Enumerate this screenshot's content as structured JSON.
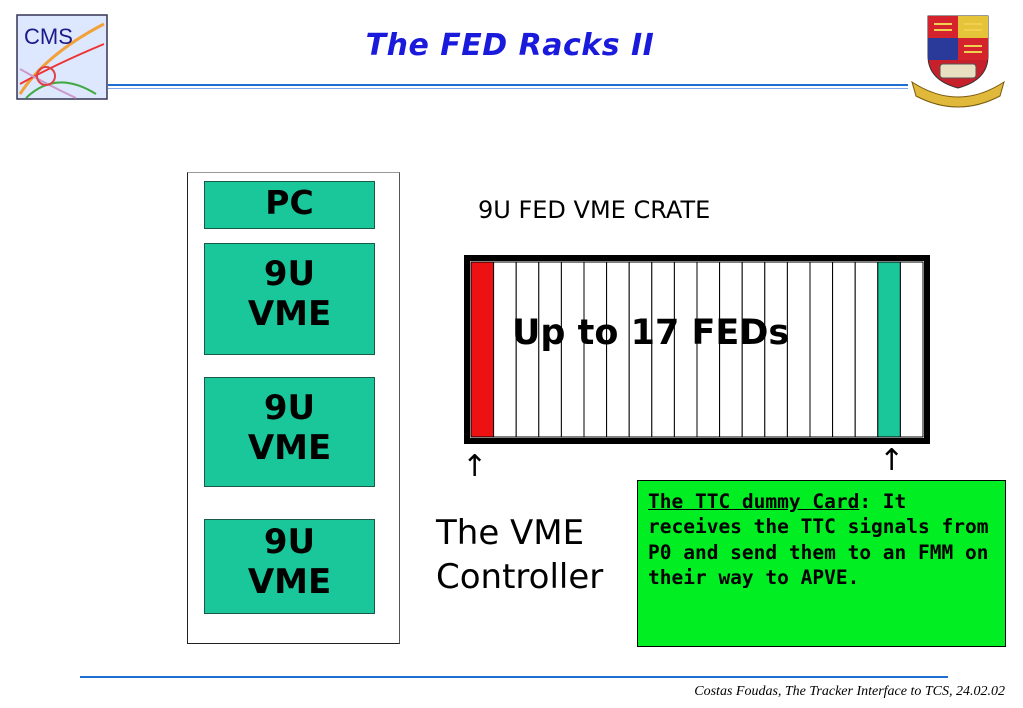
{
  "header": {
    "title": "The FED Racks II",
    "logo_text": "CMS"
  },
  "rack": {
    "units": [
      {
        "line1": "PC",
        "line2": ""
      },
      {
        "line1": "9U",
        "line2": "VME"
      },
      {
        "line1": "9U",
        "line2": "VME"
      },
      {
        "line1": "9U",
        "line2": "VME"
      }
    ]
  },
  "crate": {
    "label": "9U  FED VME CRATE",
    "inner_label": "Up to 17 FEDs",
    "slot_count": 20,
    "controller_color": "#ee1111",
    "ttc_card_color": "#19c79a"
  },
  "arrows": {
    "symbol": "↑"
  },
  "controller_label": {
    "line1": "The VME",
    "line2": "Controller"
  },
  "ttc_note": {
    "heading": "The TTC dummy Card",
    "body": ": It receives the TTC signals from P0 and send them to an FMM on their way to APVE.",
    "bg_color": "#00ee22"
  },
  "footer": {
    "text": "Costas Foudas, The Tracker Interface to TCS, 24.02.02"
  },
  "colors": {
    "title": "#1a1adc",
    "rule": "#1f6fd0",
    "unit_fill": "#19c79a"
  }
}
